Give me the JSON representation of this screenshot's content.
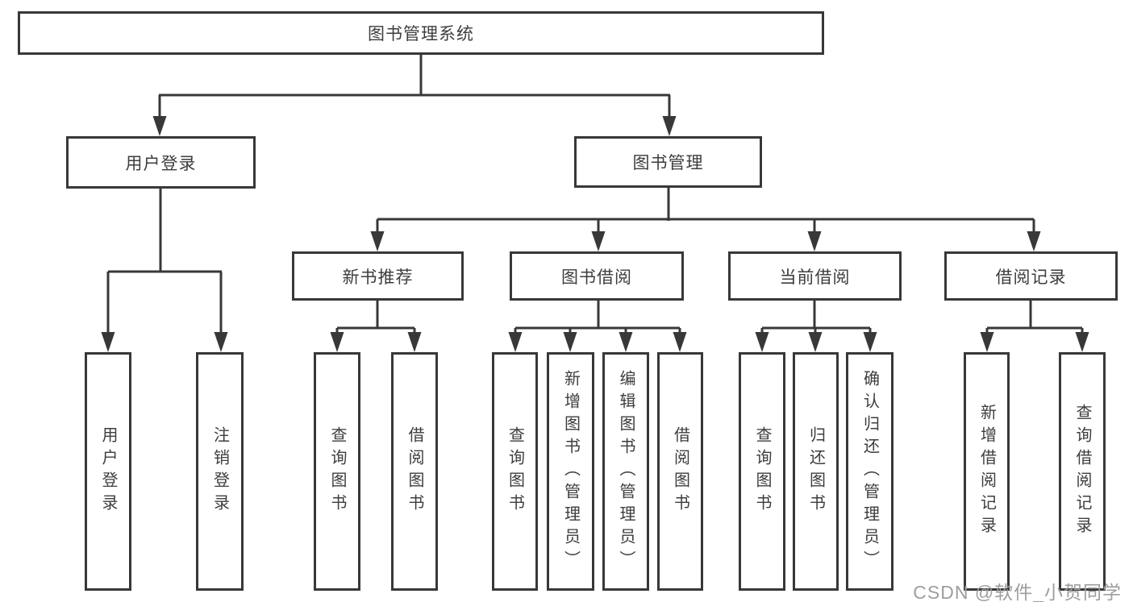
{
  "watermark": "CSDN @软件_小贺同学",
  "tree": {
    "root": "图书管理系统",
    "level2": [
      {
        "label": "用户登录",
        "leaves": [
          "用户登录",
          "注销登录"
        ]
      },
      {
        "label": "图书管理",
        "groups": [
          {
            "label": "新书推荐",
            "leaves": [
              "查询图书",
              "借阅图书"
            ]
          },
          {
            "label": "图书借阅",
            "leaves": [
              "查询图书",
              "新增图书（管理员）",
              "编辑图书（管理员）",
              "借阅图书"
            ]
          },
          {
            "label": "当前借阅",
            "leaves": [
              "查询图书",
              "归还图书",
              "确认归还（管理员）"
            ]
          },
          {
            "label": "借阅记录",
            "leaves": [
              "新增借阅记录",
              "查询借阅记录"
            ]
          }
        ]
      }
    ]
  }
}
